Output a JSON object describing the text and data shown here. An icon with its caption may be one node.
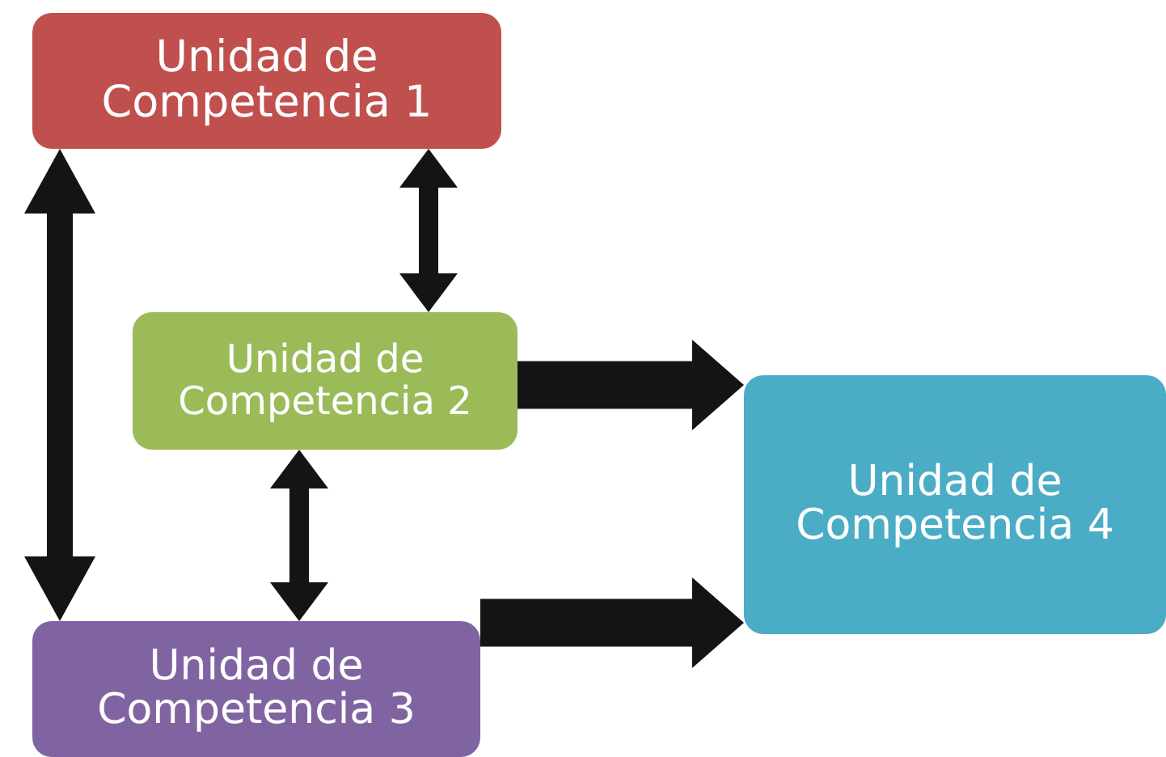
{
  "diagram": {
    "nodes": [
      {
        "text": [
          "Unidad de Competencia 1"
        ]
      },
      {
        "text": [
          "Unidad de Competencia 2"
        ]
      },
      {
        "text": [
          "Unidad de Competencia 3"
        ]
      },
      {
        "text": [
          "Unidad de Competencia 4"
        ]
      }
    ],
    "edges": [
      {
        "from": 0,
        "to": 1,
        "arrow": "both"
      },
      {
        "from": 0,
        "to": 2,
        "arrow": "both"
      },
      {
        "from": 1,
        "to": 2,
        "arrow": "both"
      },
      {
        "from": 1,
        "to": 3,
        "arrow": "to",
        "style": "thick"
      },
      {
        "from": 2,
        "to": 3,
        "arrow": "to",
        "style": "thick"
      }
    ]
  }
}
